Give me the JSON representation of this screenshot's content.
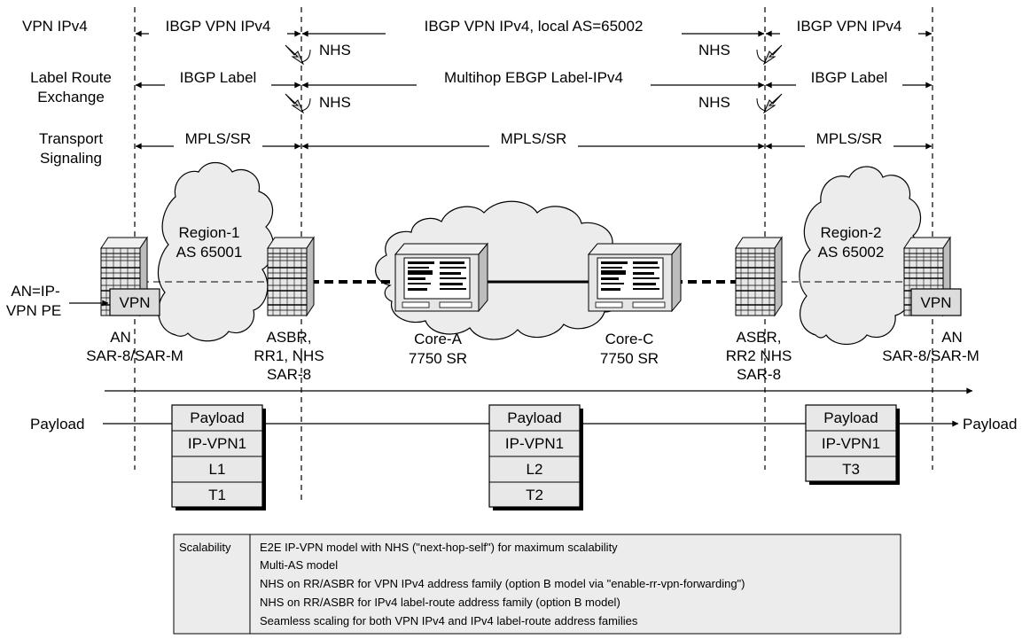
{
  "row_labels": {
    "vpn": "VPN IPv4",
    "label_route_1": "Label Route",
    "label_route_2": "Exchange",
    "transport_1": "Transport",
    "transport_2": "Signaling"
  },
  "vpn_row": {
    "left": "IBGP VPN IPv4",
    "middle": "IBGP VPN IPv4, local AS=65002",
    "right": "IBGP VPN IPv4"
  },
  "label_row": {
    "left": "IBGP Label",
    "middle": "Multihop EBGP Label-IPv4",
    "right": "IBGP Label"
  },
  "transport_row": {
    "left": "MPLS/SR",
    "middle": "MPLS/SR",
    "right": "MPLS/SR"
  },
  "nhs": "NHS",
  "regions": {
    "r1_line1": "Region-1",
    "r1_line2": "AS 65001",
    "r2_line1": "Region-2",
    "r2_line2": "AS 65002"
  },
  "devices": {
    "an_left_1": "AN",
    "an_left_2": "SAR-8/SAR-M",
    "asbr_left_1": "ASBR,",
    "asbr_left_2": "RR1, NHS",
    "asbr_left_3": "SAR-8",
    "core_a_1": "Core-A",
    "core_a_2": "7750 SR",
    "core_c_1": "Core-C",
    "core_c_2": "7750 SR",
    "asbr_right_1": "ASBR,",
    "asbr_right_2": "RR2 NHS",
    "asbr_right_3": "SAR-8",
    "an_right_1": "AN",
    "an_right_2": "SAR-8/SAR-M",
    "vpn_box": "VPN"
  },
  "an_pe_label": {
    "line1": "AN=IP-",
    "line2": "VPN PE"
  },
  "payload_left": "Payload",
  "payload_right": "Payload",
  "stacks": [
    {
      "layers": [
        "Payload",
        "IP-VPN1",
        "L1",
        "T1"
      ]
    },
    {
      "layers": [
        "Payload",
        "IP-VPN1",
        "L2",
        "T2"
      ]
    },
    {
      "layers": [
        "Payload",
        "IP-VPN1",
        "T3"
      ]
    }
  ],
  "scalability": {
    "header": "Scalability",
    "lines": [
      "E2E IP-VPN model with NHS (\"next-hop-self\") for maximum scalability",
      "Multi-AS model",
      "NHS on RR/ASBR for VPN IPv4 address family (option B model via \"enable-rr-vpn-forwarding\")",
      "NHS on RR/ASBR for IPv4 label-route address family (option B model)",
      "Seamless scaling for both VPN IPv4 and IPv4 label-route address families"
    ]
  },
  "colors": {
    "router_fill": "#e6e6e6",
    "cloud_fill": "#ececec",
    "stack_fill": "#e8e8e8"
  }
}
